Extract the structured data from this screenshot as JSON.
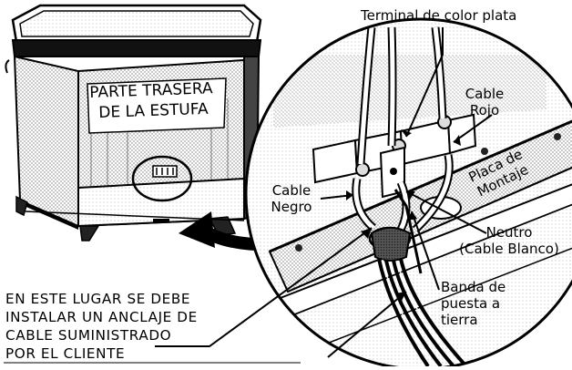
{
  "stove": {
    "label_line1": "PARTE TRASERA",
    "label_line2": "DE LA ESTUFA"
  },
  "labels": {
    "terminal": "Terminal de color plata",
    "red_cable_line1": "Cable",
    "red_cable_line2": "Rojo",
    "black_cable_line1": "Cable",
    "black_cable_line2": "Negro",
    "plate_line1": "Placa de",
    "plate_line2": "Montaje",
    "neutral_line1": "Neutro",
    "neutral_line2": "(Cable Blanco)",
    "ground_line1": "Banda de",
    "ground_line2": "puesta a",
    "ground_line3": "tierra"
  },
  "caption": {
    "line1": "EN ESTE LUGAR SE DEBE",
    "line2": "INSTALAR UN ANCLAJE DE",
    "line3": "CABLE SUMINISTRADO",
    "line4": "POR EL CLIENTE"
  },
  "colors": {
    "ink": "#000000",
    "stove_body": "#b8b8b8",
    "stove_dark": "#6e6e6e",
    "plate": "#8a8a8a",
    "background": "#ffffff"
  }
}
